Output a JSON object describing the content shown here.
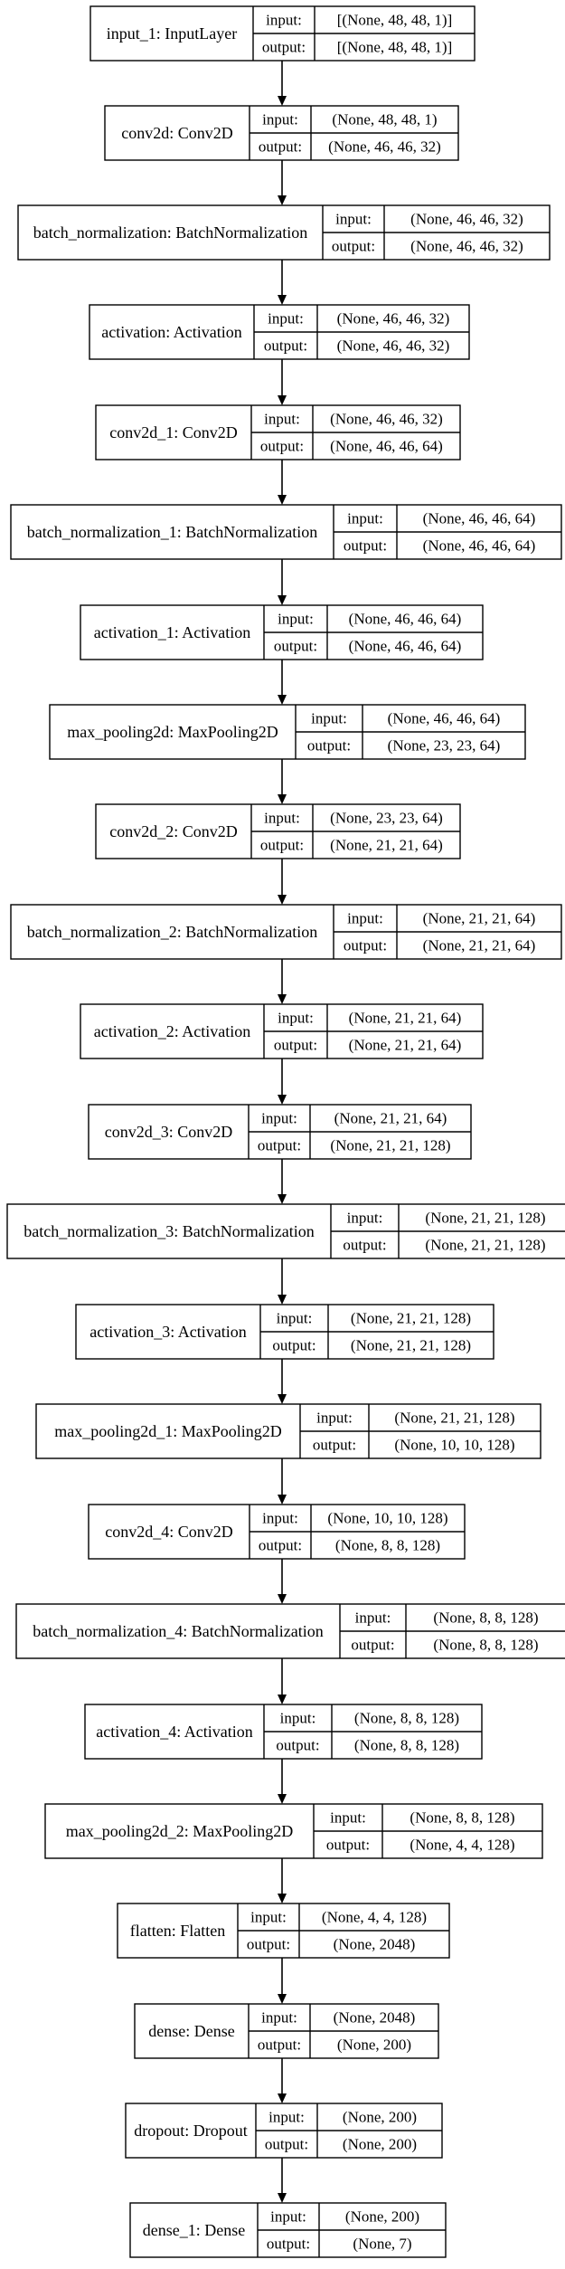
{
  "labels": {
    "input": "input:",
    "output": "output:"
  },
  "layers": [
    {
      "name": "input_1: InputLayer",
      "input": "[(None, 48, 48, 1)]",
      "output": "[(None, 48, 48, 1)]"
    },
    {
      "name": "conv2d: Conv2D",
      "input": "(None, 48, 48, 1)",
      "output": "(None, 46, 46, 32)"
    },
    {
      "name": "batch_normalization: BatchNormalization",
      "input": "(None, 46, 46, 32)",
      "output": "(None, 46, 46, 32)"
    },
    {
      "name": "activation: Activation",
      "input": "(None, 46, 46, 32)",
      "output": "(None, 46, 46, 32)"
    },
    {
      "name": "conv2d_1: Conv2D",
      "input": "(None, 46, 46, 32)",
      "output": "(None, 46, 46, 64)"
    },
    {
      "name": "batch_normalization_1: BatchNormalization",
      "input": "(None, 46, 46, 64)",
      "output": "(None, 46, 46, 64)"
    },
    {
      "name": "activation_1: Activation",
      "input": "(None, 46, 46, 64)",
      "output": "(None, 46, 46, 64)"
    },
    {
      "name": "max_pooling2d: MaxPooling2D",
      "input": "(None, 46, 46, 64)",
      "output": "(None, 23, 23, 64)"
    },
    {
      "name": "conv2d_2: Conv2D",
      "input": "(None, 23, 23, 64)",
      "output": "(None, 21, 21, 64)"
    },
    {
      "name": "batch_normalization_2: BatchNormalization",
      "input": "(None, 21, 21, 64)",
      "output": "(None, 21, 21, 64)"
    },
    {
      "name": "activation_2: Activation",
      "input": "(None, 21, 21, 64)",
      "output": "(None, 21, 21, 64)"
    },
    {
      "name": "conv2d_3: Conv2D",
      "input": "(None, 21, 21, 64)",
      "output": "(None, 21, 21, 128)"
    },
    {
      "name": "batch_normalization_3: BatchNormalization",
      "input": "(None, 21, 21, 128)",
      "output": "(None, 21, 21, 128)"
    },
    {
      "name": "activation_3: Activation",
      "input": "(None, 21, 21, 128)",
      "output": "(None, 21, 21, 128)"
    },
    {
      "name": "max_pooling2d_1: MaxPooling2D",
      "input": "(None, 21, 21, 128)",
      "output": "(None, 10, 10, 128)"
    },
    {
      "name": "conv2d_4: Conv2D",
      "input": "(None, 10, 10, 128)",
      "output": "(None, 8, 8, 128)"
    },
    {
      "name": "batch_normalization_4: BatchNormalization",
      "input": "(None, 8, 8, 128)",
      "output": "(None, 8, 8, 128)"
    },
    {
      "name": "activation_4: Activation",
      "input": "(None, 8, 8, 128)",
      "output": "(None, 8, 8, 128)"
    },
    {
      "name": "max_pooling2d_2: MaxPooling2D",
      "input": "(None, 8, 8, 128)",
      "output": "(None, 4, 4, 128)"
    },
    {
      "name": "flatten: Flatten",
      "input": "(None, 4, 4, 128)",
      "output": "(None, 2048)"
    },
    {
      "name": "dense: Dense",
      "input": "(None, 2048)",
      "output": "(None, 200)"
    },
    {
      "name": "dropout: Dropout",
      "input": "(None, 200)",
      "output": "(None, 200)"
    },
    {
      "name": "dense_1: Dense",
      "input": "(None, 200)",
      "output": "(None, 7)"
    }
  ]
}
